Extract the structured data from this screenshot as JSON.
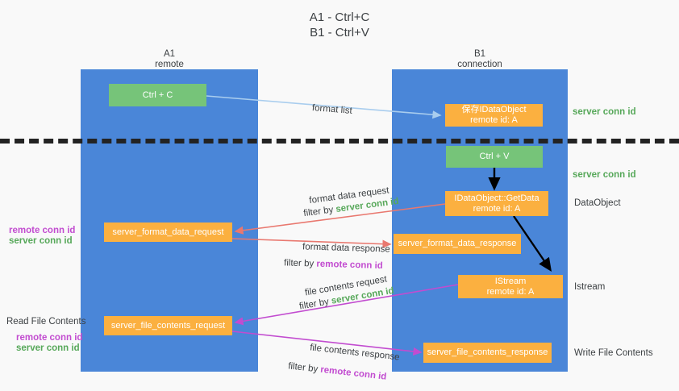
{
  "title": {
    "line1": "A1 - Ctrl+C",
    "line2": "B1 - Ctrl+V"
  },
  "columns": [
    {
      "name": "A1",
      "sub": "remote",
      "title_line1": "A1",
      "title_line2": "remote"
    },
    {
      "name": "B1",
      "sub": "connection",
      "title_line1": "B1",
      "title_line2": "connection"
    }
  ],
  "boxes": {
    "ctrl_c": "Ctrl + C",
    "ctrl_v": "Ctrl + V",
    "save_idataobject_l1": "保存IDataObject",
    "save_idataobject_l2": "remote id: A",
    "getdata_l1": "IDataObject::GetData",
    "getdata_l2": "remote id: A",
    "istream_l1": "IStream",
    "istream_l2": "remote id: A",
    "server_format_data_request": "server_format_data_request",
    "server_format_data_response": "server_format_data_response",
    "server_file_contents_request": "server_file_contents_request",
    "server_file_contents_response": "server_file_contents_response"
  },
  "arrow_labels": {
    "format_list": "format list",
    "format_data_request": "format data request",
    "format_data_request_filter_prefix": "filter by ",
    "format_data_request_filter_value": "server conn id",
    "format_data_response": "format data response",
    "format_data_response_filter_prefix": "filter by ",
    "format_data_response_filter_value": "remote conn id",
    "file_contents_request": "file contents request",
    "file_contents_request_filter_prefix": "filter by ",
    "file_contents_request_filter_value": "server conn id",
    "file_contents_response": "file contents response",
    "file_contents_response_filter_prefix": "filter by ",
    "file_contents_response_filter_value": "remote conn id"
  },
  "right_labels": {
    "server_conn_id_top": "server conn id",
    "server_conn_id_mid": "server conn id",
    "dataobject": "DataObject",
    "istream": "Istream",
    "write_file_contents": "Write File Contents"
  },
  "left_labels": {
    "remote_conn_id_1": "remote conn id",
    "server_conn_id_1": "server conn id",
    "read_file_contents": "Read File Contents",
    "remote_conn_id_2": "remote conn id",
    "server_conn_id_2": "server conn id"
  },
  "colors": {
    "column": "#4a86d8",
    "orange_box": "#fbb040",
    "green_box": "#76c479",
    "light_blue_arrow": "#a9cdee",
    "red_arrow": "#e9786f",
    "magenta_arrow": "#c24cd0",
    "black_arrow": "#000000",
    "green_text": "#57a85a",
    "magenta_text": "#c24cd0",
    "background": "#f9f9f9"
  }
}
